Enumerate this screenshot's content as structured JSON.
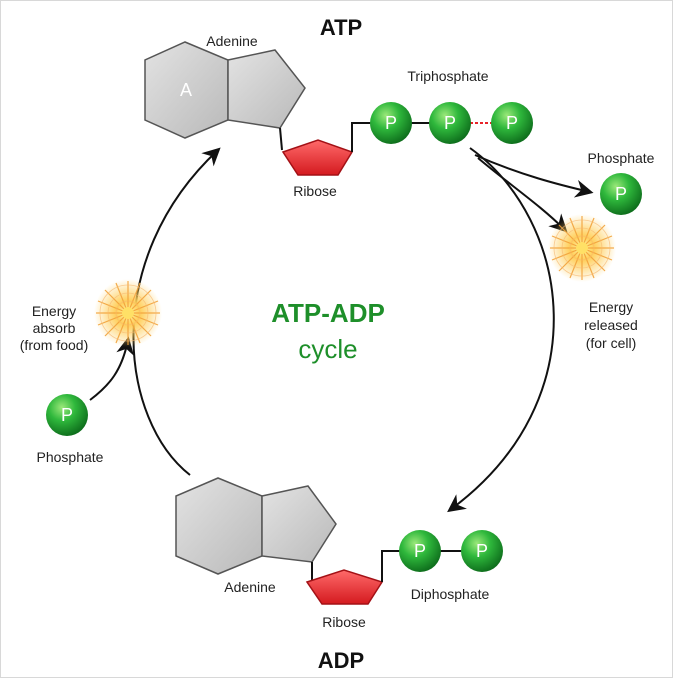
{
  "atp": {
    "title": "ATP",
    "adenine_label": "Adenine",
    "adenine_letter": "A",
    "ribose_label": "Ribose",
    "triphosphate_label": "Triphosphate",
    "phosphate_letters": [
      "P",
      "P",
      "P"
    ]
  },
  "adp": {
    "title": "ADP",
    "adenine_label": "Adenine",
    "ribose_label": "Ribose",
    "diphosphate_label": "Diphosphate",
    "phosphate_letters": [
      "P",
      "P"
    ]
  },
  "center": {
    "line1": "ATP-ADP",
    "line2": "cycle"
  },
  "released": {
    "phosphate_label": "Phosphate",
    "phosphate_letter": "P",
    "energy_line1": "Energy",
    "energy_line2": "released",
    "energy_line3": "(for cell)"
  },
  "absorbed": {
    "phosphate_label": "Phosphate",
    "phosphate_letter": "P",
    "energy_line1": "Energy",
    "energy_line2": "absorb",
    "energy_line3": "(from food)"
  },
  "colors": {
    "green": "#1f9a2e",
    "ribose_red": "#e8242a",
    "adenine_gray": "#c9c9c9",
    "title_green": "#1e8f2a"
  }
}
